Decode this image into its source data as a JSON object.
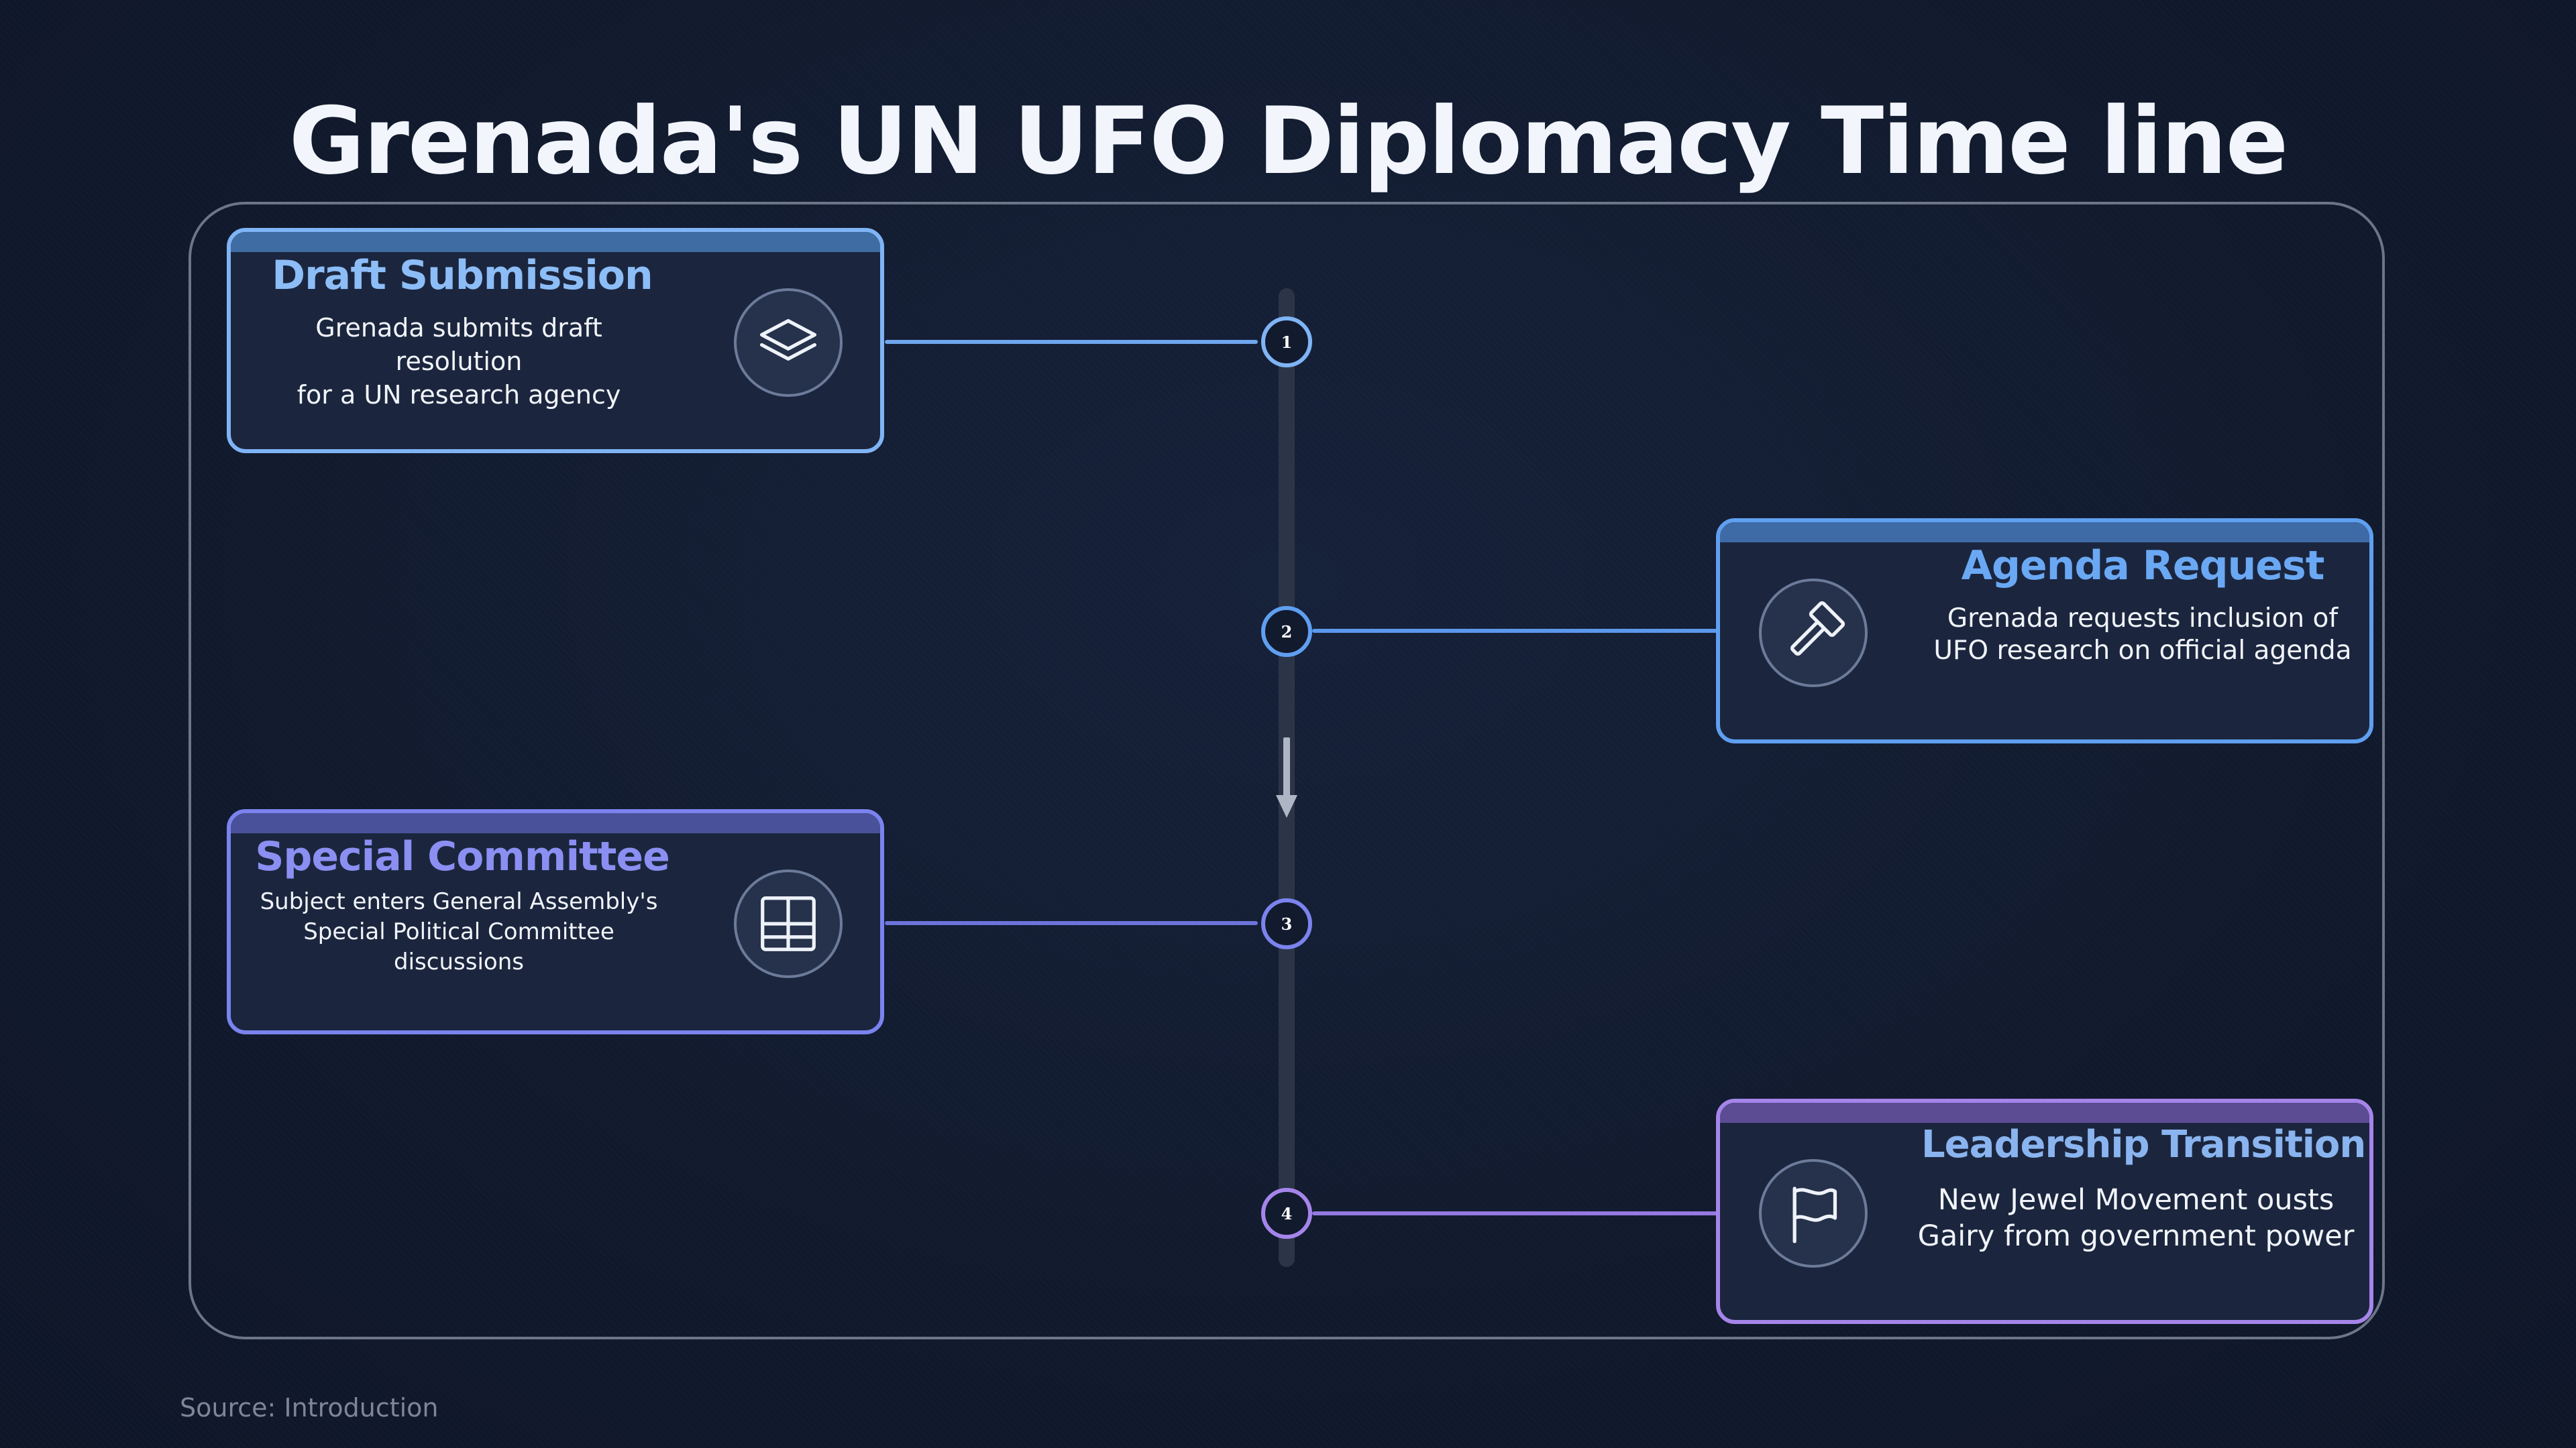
{
  "title": "Grenada's UN UFO Diplomacy Time line",
  "source": "Source: Introduction",
  "events": [
    {
      "number": "1",
      "title": "Draft Submission",
      "description": "Grenada submits draft resolution\nfor a UN research agency",
      "icon": "layers-icon",
      "accent": "#7fb4f5",
      "title_color": "#8dbdf7"
    },
    {
      "number": "2",
      "title": "Agenda Request",
      "description": "Grenada requests inclusion of\nUFO research on official agenda",
      "icon": "gavel-icon",
      "accent": "#5f9ff0",
      "title_color": "#6aa8f4"
    },
    {
      "number": "3",
      "title": "Special Committee",
      "description": "Subject enters General Assembly's\nSpecial Political Committee\ndiscussions",
      "icon": "table-grid-icon",
      "accent": "#7b83ee",
      "title_color": "#8b8ff2"
    },
    {
      "number": "4",
      "title": "Leadership Transition",
      "description": "New Jewel Movement ousts\nGairy from government power",
      "icon": "flag-icon",
      "accent": "#a585ea",
      "title_color": "#8ab4ef"
    }
  ],
  "colors": {
    "background": "#121a2e",
    "card_fill": "#1b263e",
    "spine": "#2c3547",
    "frame": "#6c7688"
  }
}
